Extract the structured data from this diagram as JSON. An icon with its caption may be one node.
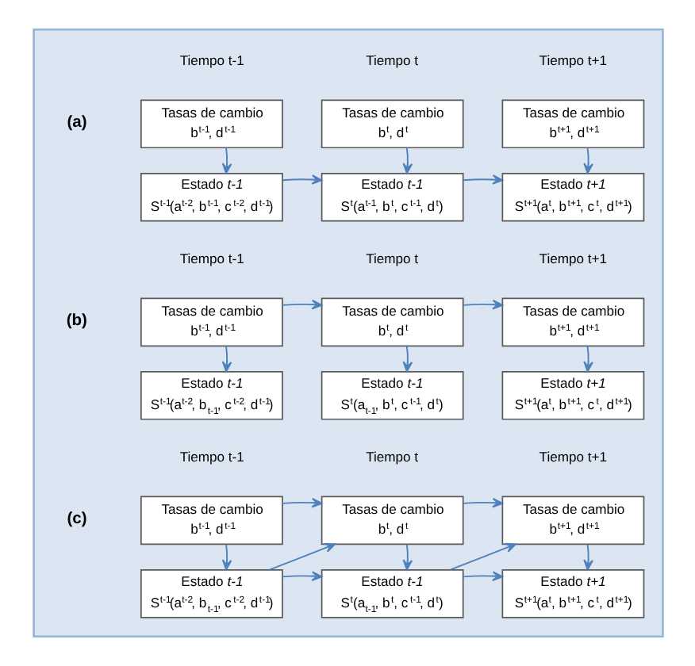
{
  "diagram": {
    "nodes": [
      {
        "text": [],
        "shape": "box"
      },
      {
        "text": [
          "Tasas de cambio",
          "b$^{t-1}$, d$^{t-1}$"
        ],
        "in": 0
      },
      {
        "text": [
          "Tasas de cambio",
          "b$^{t}$, d$^{t}$"
        ],
        "in": 0
      },
      {
        "text": [
          "Tasas de cambio",
          "b$^{t+1}$, d$^{t+1}$"
        ],
        "in": 0
      },
      {
        "text": [
          "Estado *t-1*",
          "S$^{t-1}$(a$^{t-2}$, b$^{t-1}$, c$^{t-2}$, d$^{t-1}$)"
        ],
        "in": 0
      },
      {
        "text": [
          "Estado *t-1*",
          "S$^{t}$(a$^{t-1}$, b$^{t}$, c$^{t-1}$, d$^{t}$)"
        ],
        "in": 0
      },
      {
        "text": [
          "Estado *t+1*",
          "S$^{t+1}$(a$^{t}$, b$^{t+1}$, c$^{t}$, d$^{t+1}$)"
        ],
        "in": 0
      },
      {
        "text": [
          "Tasas de cambio",
          "b$^{t-1}$, d$^{t-1}$"
        ],
        "in": 0
      },
      {
        "text": [
          "Tasas de cambio",
          "b$^{t}$, d$^{t}$"
        ],
        "in": 0
      },
      {
        "text": [
          "Tasas de cambio",
          "b$^{t+1}$, d$^{t+1}$"
        ],
        "in": 0
      },
      {
        "text": [
          "Estado *t-1*",
          "S$^{t-1}$(a$^{t-2}$, b$_{t-1}$, c$^{t-2}$, d$^{t-1}$)"
        ],
        "in": 0
      },
      {
        "text": [
          "Estado *t-1*",
          "S$^{t}$(a$_{t-1}$, b$^{t}$, c$^{t-1}$, d$^{t}$)"
        ],
        "in": 0
      },
      {
        "text": [
          "Estado *t+1*",
          "S$^{t+1}$(a$^{t}$, b$^{t+1}$, c$^{t}$, d$^{t+1}$)"
        ],
        "in": 0
      },
      {
        "text": [
          "Tasas de cambio",
          "b$^{t-1}$, d$^{t-1}$"
        ],
        "in": 0
      },
      {
        "text": [
          "Tasas de cambio",
          "b$^{t}$, d$^{t}$"
        ],
        "in": 0
      },
      {
        "text": [
          "Tasas de cambio",
          "b$^{t+1}$, d$^{t+1}$"
        ],
        "in": 0
      },
      {
        "text": [
          "Estado *t-1*",
          "S$^{t-1}$(a$^{t-2}$, b$_{t-1}$, c$^{t-2}$, d$^{t-1}$)"
        ],
        "in": 0
      },
      {
        "text": [
          "Estado *t-1*",
          "S$^{t}$(a$_{t-1}$, b$^{t}$, c$^{t-1}$, d$^{t}$)"
        ],
        "in": 0
      },
      {
        "text": [
          "Estado *t+1*",
          "S$^{t+1}$(a$^{t}$, b$^{t+1}$, c$^{t}$, d$^{t+1}$)"
        ],
        "in": 0
      }
    ],
    "edges": [
      {
        "from": 1,
        "to": 4,
        "arrow": "to"
      },
      {
        "from": 2,
        "to": 5,
        "arrow": "to"
      },
      {
        "from": 3,
        "to": 6,
        "arrow": "to"
      },
      {
        "from": 4,
        "to": 5,
        "arrow": "to"
      },
      {
        "from": 5,
        "to": 6,
        "arrow": "to"
      },
      {
        "from": 7,
        "to": 8,
        "arrow": "to"
      },
      {
        "from": 8,
        "to": 9,
        "arrow": "to"
      },
      {
        "from": 7,
        "to": 10,
        "arrow": "to"
      },
      {
        "from": 8,
        "to": 11,
        "arrow": "to"
      },
      {
        "from": 9,
        "to": 12,
        "arrow": "to"
      },
      {
        "from": 13,
        "to": 14,
        "arrow": "to"
      },
      {
        "from": 14,
        "to": 15,
        "arrow": "to"
      },
      {
        "from": 13,
        "to": 16,
        "arrow": "to"
      },
      {
        "from": 16,
        "to": 14,
        "arrow": "to"
      },
      {
        "from": 14,
        "to": 17,
        "arrow": "to"
      },
      {
        "from": 17,
        "to": 15,
        "arrow": "to"
      },
      {
        "from": 15,
        "to": 18,
        "arrow": "to"
      },
      {
        "from": 16,
        "to": 17,
        "arrow": "to"
      },
      {
        "from": 17,
        "to": 18,
        "arrow": "to"
      }
    ],
    "labels": [
      "Tiempo t-1",
      "Tiempo t",
      "Tiempo t+1",
      "(a)",
      "Tiempo t-1",
      "Tiempo t",
      "Tiempo t+1",
      "(b)",
      "Tiempo t-1",
      "Tiempo t",
      "Tiempo t+1",
      "(c)"
    ]
  }
}
